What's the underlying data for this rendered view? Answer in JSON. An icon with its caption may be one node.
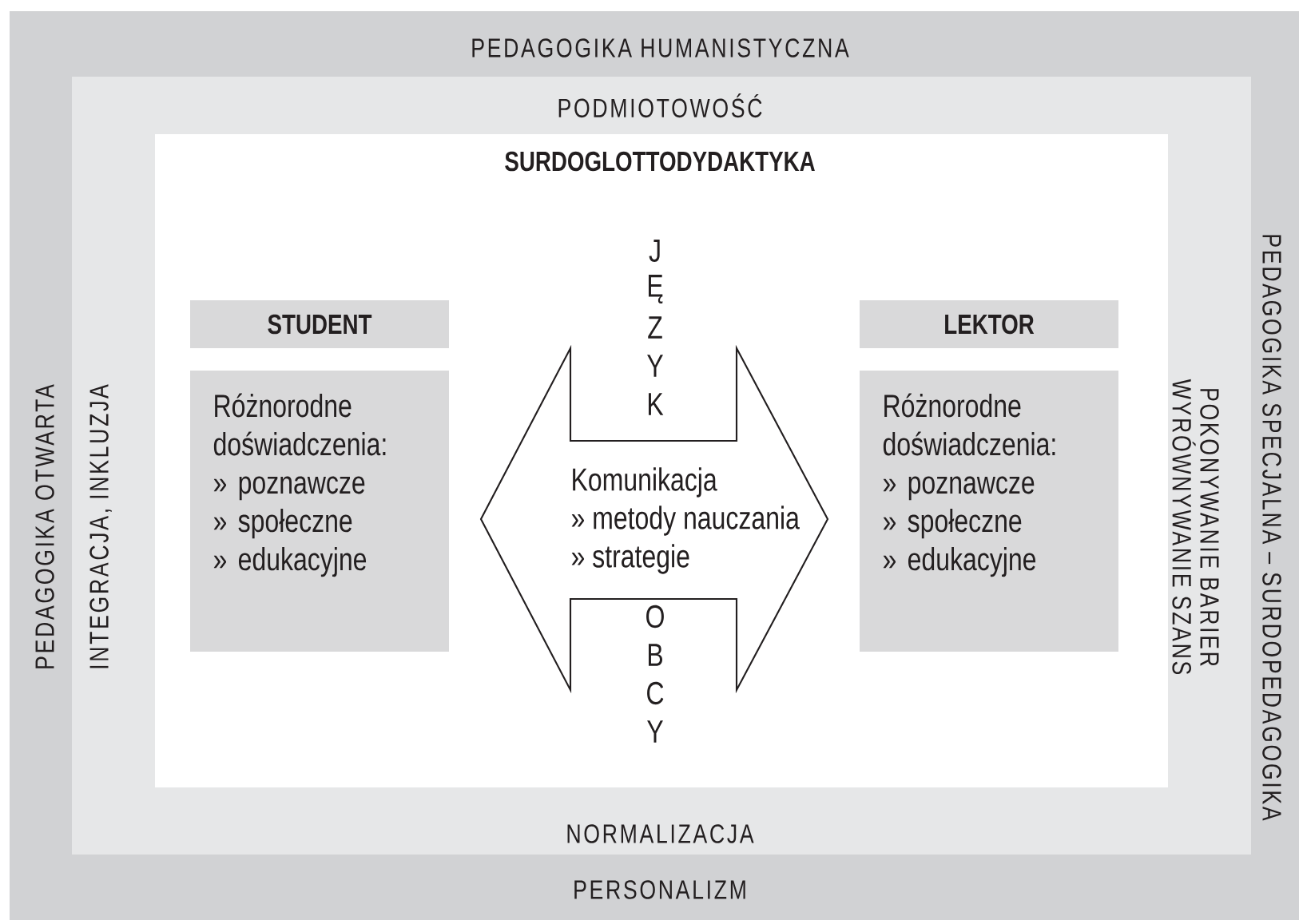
{
  "diagram": {
    "nodes": [
      {
        "text": [
          "PEDAGOGIKA HUMANISTYCZNA",
          "PEDAGOGIKA OTWARTA",
          "PEDAGOGIKA SPECJALNA – SURDOPEDAGOGIKA",
          "PERSONALIZM"
        ]
      },
      {
        "text": [
          "PODMIOTOWOŚĆ",
          "INTEGRACJA, INKLUZJA",
          "POKONYWANIE BARIER",
          "WYRÓWNYWANIE SZANS",
          "NORMALIZACJA"
        ],
        "in": 0
      },
      {
        "text": [
          "SURDOGLOTTODYDAKTYKA"
        ],
        "in": 1
      },
      {
        "text": [
          "STUDENT"
        ],
        "in": 2
      },
      {
        "text": [
          "Różnorodne doświadczenia:",
          "» poznawcze",
          "» społeczne",
          "» edukacyjne"
        ],
        "in": 2
      },
      {
        "text": [
          "Komunikacja",
          "» metody nauczania",
          "» strategie"
        ],
        "in": 2
      },
      {
        "text": [
          "LEKTOR"
        ],
        "in": 2
      },
      {
        "text": [
          "Różnorodne doświadczenia:",
          "» poznawcze",
          "» społeczne",
          "» edukacyjne"
        ],
        "in": 2
      }
    ],
    "labels": [
      "J",
      "Ę",
      "Z",
      "Y",
      "K",
      "O",
      "B",
      "C",
      "Y"
    ]
  }
}
